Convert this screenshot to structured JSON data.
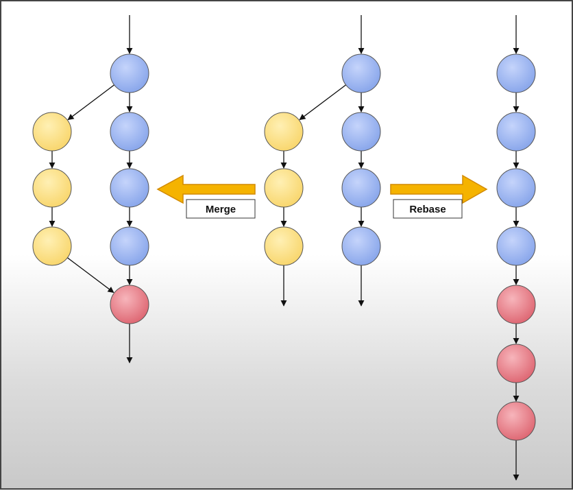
{
  "labels": {
    "merge": "Merge",
    "rebase": "Rebase"
  },
  "colors": {
    "main_commit": "#86a4ea",
    "main_commit_light": "#c5d4fb",
    "feature_commit": "#f8d56a",
    "feature_commit_light": "#fff0b4",
    "merged_commit": "#dd6470",
    "merged_commit_light": "#f7b5bb",
    "arrow_fill": "#f5b300",
    "arrow_stroke": "#d28a00",
    "line": "#111111"
  },
  "diagram": {
    "merge_result": {
      "main_commits": 4,
      "feature_commits": 3,
      "merge_commits": 1
    },
    "original": {
      "main_commits": 4,
      "feature_commits": 3
    },
    "rebase_result": {
      "main_commits": 4,
      "rebased_commits": 3
    }
  }
}
